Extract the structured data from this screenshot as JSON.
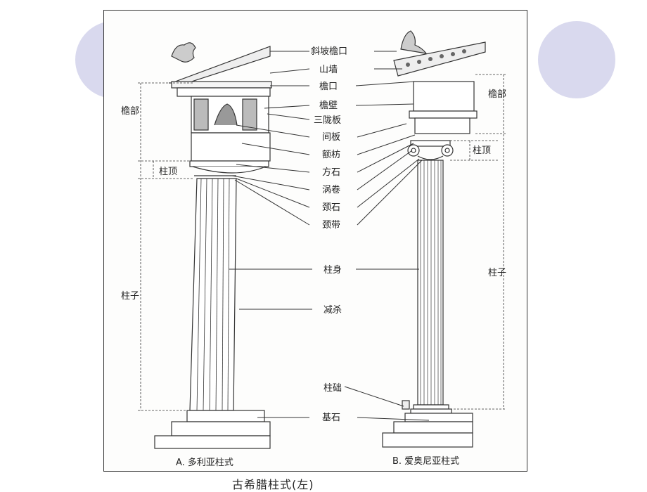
{
  "labels": {
    "cornice_raking": "斜坡檐口",
    "pediment": "山墙",
    "cornice": "檐口",
    "frieze": "檐壁",
    "triglyph": "三陇板",
    "metope": "间板",
    "architrave": "额枋",
    "abacus": "方石",
    "volute": "涡卷",
    "echinus": "颈石",
    "necking": "颈带",
    "shaft": "柱身",
    "entasis": "减杀",
    "base": "柱础",
    "stylobate": "基石"
  },
  "left_dims": {
    "entablature": "檐部",
    "capital": "柱顶",
    "column": "柱子"
  },
  "right_dims": {
    "entablature": "檐部",
    "capital": "柱顶",
    "column": "柱子"
  },
  "captions": {
    "doric": "A. 多利亚柱式",
    "ionic": "B. 爱奥尼亚柱式"
  },
  "bottom_caption": "古希腊柱式(左)"
}
